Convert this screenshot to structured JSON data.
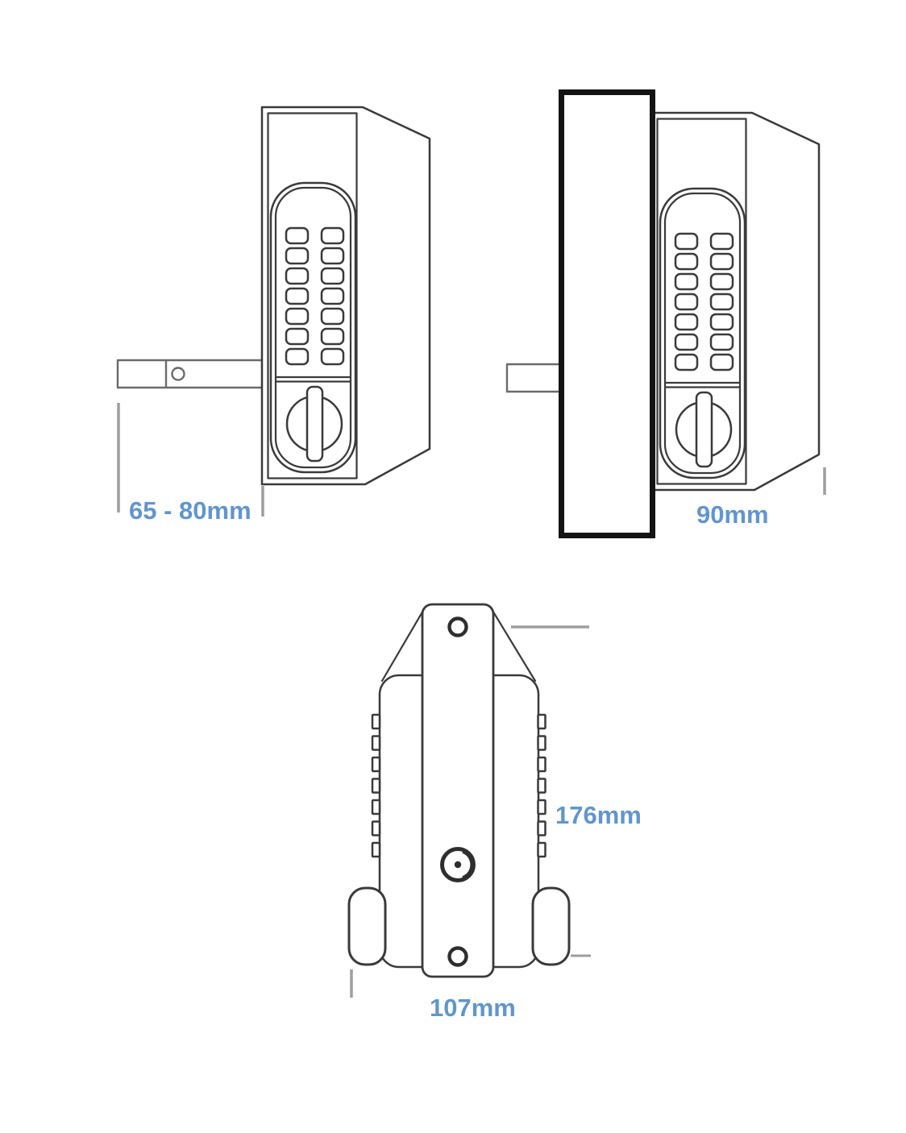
{
  "drawing": {
    "type": "technical-dimension-diagram",
    "subject": "digital keypad gate lock",
    "figures": {
      "post_side_view": {
        "name": "lock mounted on square gate post - side view",
        "dimension_label": "65 - 80mm"
      },
      "door_side_view": {
        "name": "lock mounted behind gate door leaf - side view",
        "dimension_label": "90mm"
      },
      "plan_view": {
        "name": "double-sided lock seen edge-on",
        "height_label": "176mm",
        "width_label": "107mm"
      }
    }
  },
  "colors": {
    "background": "#ffffff",
    "outline": "#3a3a3a",
    "door_outline": "#141414",
    "latch_outline": "#6a6a6a",
    "dimension_line_gray": "#9e9e9e",
    "dimension_text_blue": "#6095CF"
  }
}
